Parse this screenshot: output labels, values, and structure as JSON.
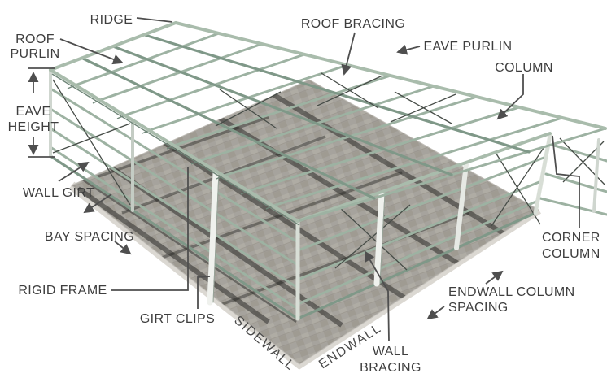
{
  "diagram": {
    "labels": {
      "ridge": "RIDGE",
      "roof_purlin": [
        "ROOF",
        "PURLIN"
      ],
      "roof_bracing": "ROOF BRACING",
      "eave_purlin": "EAVE PURLIN",
      "column": "COLUMN",
      "eave_height": [
        "EAVE",
        "HEIGHT"
      ],
      "wall_girt": "WALL GIRT",
      "bay_spacing": "BAY SPACING",
      "rigid_frame": "RIGID FRAME",
      "girt_clips": "GIRT CLIPS",
      "sidewall": "SIDEWALL",
      "endwall": "ENDWALL",
      "wall_bracing": [
        "WALL",
        "BRACING"
      ],
      "endwall_column_spacing": [
        "ENDWALL COLUMN",
        "SPACING"
      ],
      "corner_column": [
        "CORNER",
        "COLUMN"
      ]
    },
    "colors": {
      "steel_green": "#9db2a2",
      "steel_silver": "#eef0ec",
      "slab_gray": "#a6a39d",
      "floor_shadow": "#222220",
      "label_text": "#3e3e3e",
      "leader_line": "#4f4f4f",
      "background": "#ffffff"
    }
  }
}
